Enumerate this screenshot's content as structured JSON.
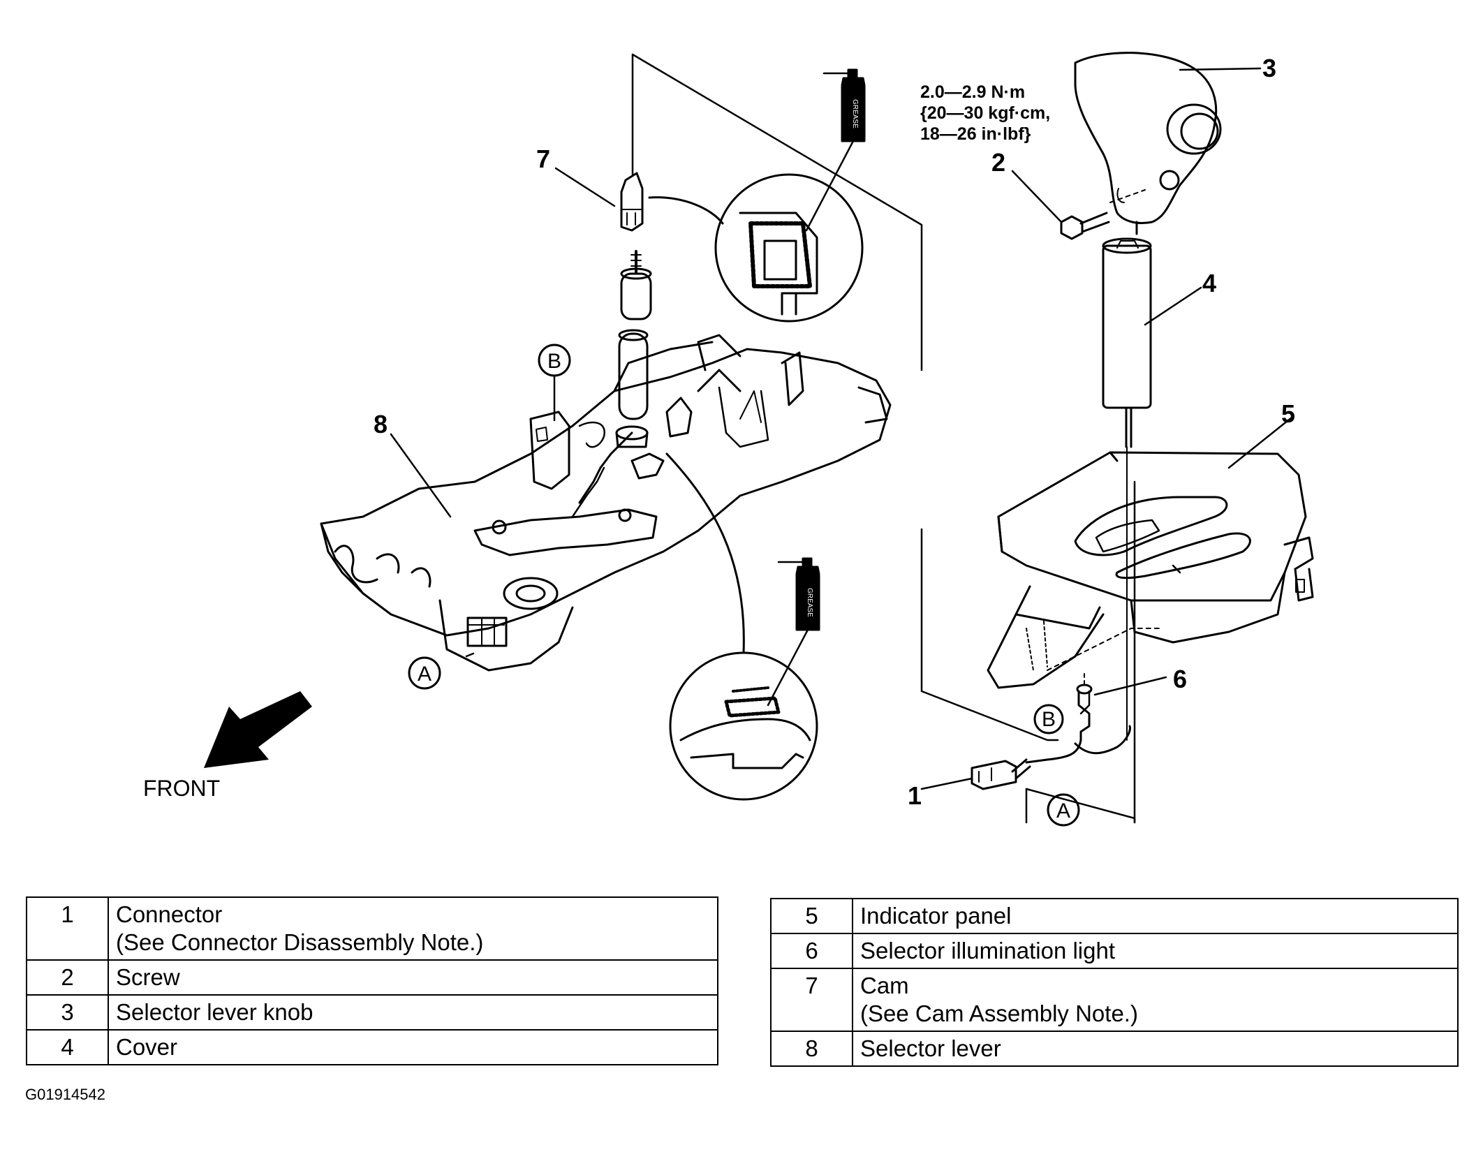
{
  "diagram": {
    "callouts": [
      "1",
      "2",
      "3",
      "4",
      "5",
      "6",
      "7",
      "8"
    ],
    "reference_marks": {
      "a": "A",
      "b": "B"
    },
    "torque_spec": [
      "2.0—2.9 N·m",
      "{20—30 kgf·cm,",
      "18—26 in·lbf}"
    ],
    "direction_label": "FRONT",
    "grease_can_text": "GREASE"
  },
  "legend_left": [
    {
      "num": "1",
      "desc": [
        "Connector",
        "(See Connector Disassembly Note.)"
      ]
    },
    {
      "num": "2",
      "desc": [
        "Screw"
      ]
    },
    {
      "num": "3",
      "desc": [
        "Selector lever knob"
      ]
    },
    {
      "num": "4",
      "desc": [
        "Cover"
      ]
    }
  ],
  "legend_right": [
    {
      "num": "5",
      "desc": [
        "Indicator panel"
      ]
    },
    {
      "num": "6",
      "desc": [
        "Selector illumination light"
      ]
    },
    {
      "num": "7",
      "desc": [
        "Cam",
        "(See Cam Assembly Note.)"
      ]
    },
    {
      "num": "8",
      "desc": [
        "Selector lever"
      ]
    }
  ],
  "figure_code": "G01914542"
}
